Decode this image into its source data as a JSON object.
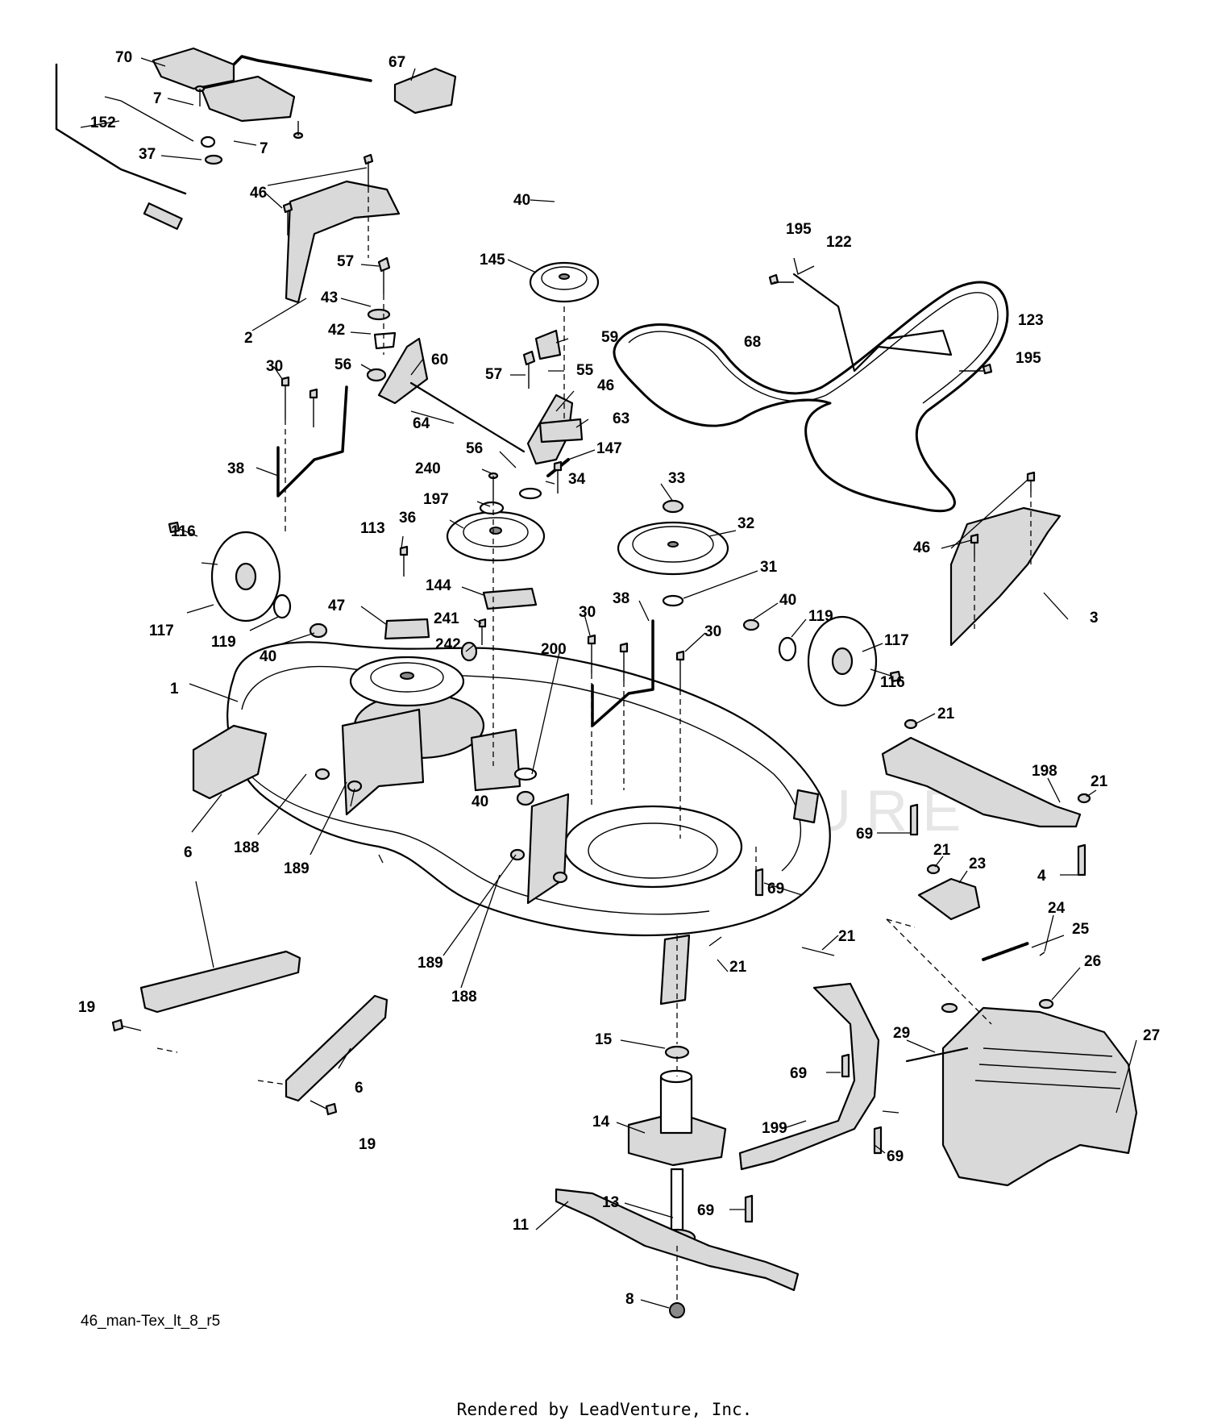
{
  "diagram": {
    "code": "46_man-Tex_lt_8_r5",
    "credit": "Rendered by LeadVenture, Inc.",
    "watermark": "LEADVENTURE"
  },
  "labels": {
    "p1": "1",
    "p2": "2",
    "p3": "3",
    "p4": "4",
    "p6a": "6",
    "p6b": "6",
    "p7a": "7",
    "p7b": "7",
    "p8": "8",
    "p11": "11",
    "p13": "13",
    "p14": "14",
    "p15": "15",
    "p19a": "19",
    "p19b": "19",
    "p21a": "21",
    "p21b": "21",
    "p21c": "21",
    "p21d": "21",
    "p21e": "21",
    "p23": "23",
    "p24": "24",
    "p25": "25",
    "p26": "26",
    "p27": "27",
    "p29": "29",
    "p30a": "30",
    "p30b": "30",
    "p30c": "30",
    "p31": "31",
    "p32": "32",
    "p33": "33",
    "p34": "34",
    "p36": "36",
    "p37": "37",
    "p38a": "38",
    "p38b": "38",
    "p40a": "40",
    "p40b": "40",
    "p40c": "40",
    "p40d": "40",
    "p42": "42",
    "p43": "43",
    "p46a": "46",
    "p46b": "46",
    "p46c": "46",
    "p47": "47",
    "p55": "55",
    "p56a": "56",
    "p56b": "56",
    "p57a": "57",
    "p57b": "57",
    "p59": "59",
    "p60": "60",
    "p63": "63",
    "p64": "64",
    "p67": "67",
    "p68": "68",
    "p69a": "69",
    "p69b": "69",
    "p69c": "69",
    "p69d": "69",
    "p69e": "69",
    "p70": "70",
    "p113": "113",
    "p116a": "116",
    "p116b": "116",
    "p117a": "117",
    "p117b": "117",
    "p119a": "119",
    "p119b": "119",
    "p122": "122",
    "p123": "123",
    "p144": "144",
    "p145": "145",
    "p147": "147",
    "p152": "152",
    "p188a": "188",
    "p188b": "188",
    "p189a": "189",
    "p189b": "189",
    "p195a": "195",
    "p195b": "195",
    "p197": "197",
    "p198": "198",
    "p199": "199",
    "p200": "200",
    "p240": "240",
    "p241": "241",
    "p242": "242"
  }
}
